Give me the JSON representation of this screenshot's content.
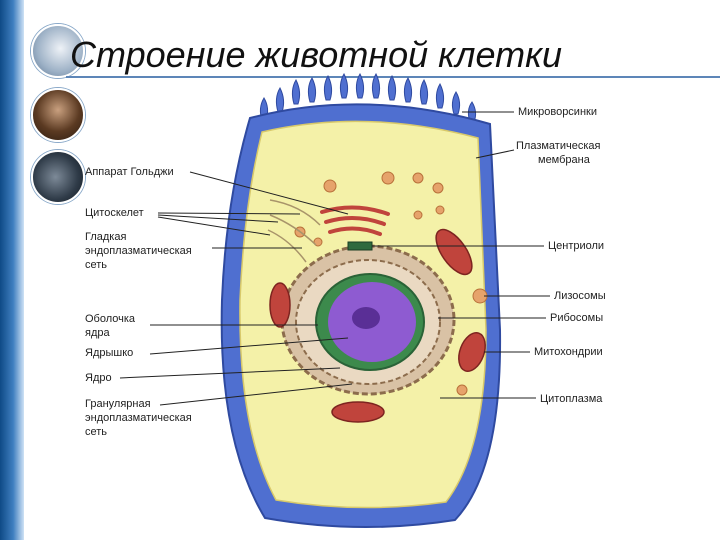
{
  "title": "Строение животной клетки",
  "labels_left": {
    "golgi": "Аппарат Гольджи",
    "cytoskeleton": "Цитоскелет",
    "smooth_er": [
      "Гладкая",
      "эндоплазматическая",
      "сеть"
    ],
    "nuclear_envelope": [
      "Оболочка",
      "ядра"
    ],
    "nucleolus": "Ядрышко",
    "nucleus": "Ядро",
    "rough_er": [
      "Гранулярная",
      "эндоплазматическая",
      "сеть"
    ]
  },
  "labels_right": {
    "microvilli": "Микроворсинки",
    "plasma_membrane": [
      "Плазматическая",
      "мембрана"
    ],
    "centrioles": "Центриоли",
    "lysosomes": "Лизосомы",
    "ribosomes": "Рибосомы",
    "mitochondria": "Митохондрии",
    "cytoplasm": "Цитоплазма"
  },
  "colors": {
    "membrane": "#4f6fd0",
    "cytoplasm": "#f4f1a8",
    "nucleus": "#8e5bd1",
    "nuclear_envelope": "#3c8a4c",
    "er": "#b59a7d",
    "mitochondria": "#c0443c",
    "lysosome": "#e6a36b",
    "side_strip": "#1f5c9e"
  }
}
